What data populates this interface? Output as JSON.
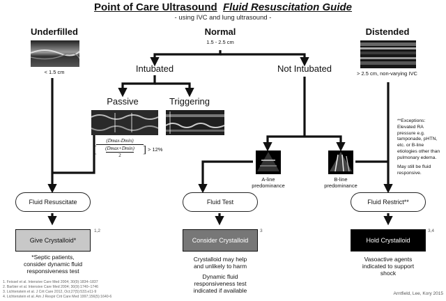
{
  "header": {
    "title_main": "Point of Care Ultrasound",
    "title_italic": "Fluid Resuscitation Guide",
    "subtitle": "- using IVC and lung ultrasound -"
  },
  "columns": {
    "underfilled": {
      "heading": "Underfilled",
      "caption": "< 1.5 cm"
    },
    "normal": {
      "heading": "Normal",
      "caption": "1.5 - 2.5 cm"
    },
    "distended": {
      "heading": "Distended",
      "caption": "> 2.5 cm, non-varying IVC"
    }
  },
  "branches": {
    "intubated": "Intubated",
    "not_intubated": "Not Intubated",
    "passive": "Passive",
    "triggering": "Triggering",
    "a_line": "A-line\npredominance",
    "b_line": "B-line\npredominance",
    "formula_numerator": "(Dmax-Dmin)",
    "formula_denominator_top": "(Dmax+Dmin)",
    "formula_denominator_bottom": "2",
    "formula_threshold": "> 12%"
  },
  "exceptions": {
    "text": "**Exceptions:\nElevated RA\npressure e.g.\ntamponade, pHTN,\netc. or B-line\netiologies other than\npulmonary edema.",
    "note": "May still be fluid\nresponsive."
  },
  "decisions": {
    "resuscitate": "Fluid Resuscitate",
    "test": "Fluid Test",
    "restrict": "Fluid Restrict**"
  },
  "actions": {
    "give": {
      "label": "Give Crystalloid*",
      "refs": "1,2",
      "color": "#c8c8c8"
    },
    "consider": {
      "label": "Consider Crystalloid",
      "refs": "3",
      "color": "#777777"
    },
    "hold": {
      "label": "Hold Crystalloid",
      "refs": "3,4",
      "color": "#000000"
    }
  },
  "notes": {
    "give": "*Septic patients,\nconsider dynamic fluid\nresponsiveness test",
    "consider_1": "Crystalloid may help\nand unlikely to harm",
    "consider_2": "Dynamic fluid\nresponsiveness test\nindicated if available",
    "hold": "Vasoactive agents\nindicated to support\nshock"
  },
  "references": [
    "1. Feissel et al. Intensive Care Med 2004; 30(9):1834–1837",
    "2. Barbier et al. Intensive Care Med 2004; 30(9):1740–1746",
    "3. Lichtenstein et al. J Crit Care 2012, Oct;27(5):533.e11-9",
    "4. Lichtenstein et al. Am J Respir Crit Care Med 1997;156(5):1640-6"
  ],
  "credit": "Arntfield, Lee, Kory 2015",
  "colors": {
    "line": "#111111",
    "ink": "#111111",
    "accent_dark": "#000000"
  }
}
